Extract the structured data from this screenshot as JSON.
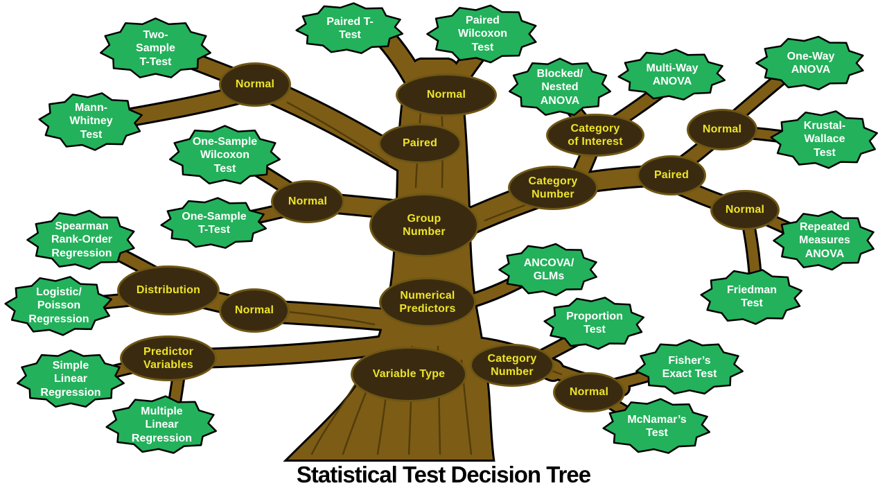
{
  "title": "Statistical Test Decision Tree",
  "colors": {
    "background": "#FFFFFF",
    "leaf_green": "#23B15B",
    "leaf_text": "#FFFFFF",
    "node_brown": "#3A2B10",
    "node_border": "#6E5614",
    "node_text": "#EDE42A",
    "wood_brown": "#7D5C16",
    "grain_brown": "#4A3708",
    "title_color": "#000000"
  },
  "nodes": {
    "normal_two_sample": {
      "label": "Normal"
    },
    "normal_paired_top": {
      "label": "Normal"
    },
    "paired_top": {
      "label": "Paired"
    },
    "category_of_interest": {
      "label": "Category\nof Interest"
    },
    "normal_anova": {
      "label": "Normal"
    },
    "paired_right": {
      "label": "Paired"
    },
    "normal_repeated": {
      "label": "Normal"
    },
    "category_number_right": {
      "label": "Category\nNumber"
    },
    "normal_one_sample": {
      "label": "Normal"
    },
    "group_number": {
      "label": "Group\nNumber"
    },
    "distribution": {
      "label": "Distribution"
    },
    "normal_regression": {
      "label": "Normal"
    },
    "numerical_predictors": {
      "label": "Numerical\nPredictors"
    },
    "predictor_variables": {
      "label": "Predictor\nVariables"
    },
    "variable_type": {
      "label": "Variable Type"
    },
    "category_number_bottom": {
      "label": "Category\nNumber"
    },
    "normal_bottom": {
      "label": "Normal"
    }
  },
  "leaves": {
    "two_sample_t": {
      "label": "Two-\nSample\nT-Test"
    },
    "paired_t": {
      "label": "Paired T-\nTest"
    },
    "paired_wilcoxon": {
      "label": "Paired\nWilcoxon\nTest"
    },
    "mann_whitney": {
      "label": "Mann-\nWhitney\nTest"
    },
    "blocked_nested": {
      "label": "Blocked/\nNested\nANOVA"
    },
    "multi_way": {
      "label": "Multi-Way\nANOVA"
    },
    "one_way": {
      "label": "One-Way\nANOVA"
    },
    "krustal_wallace": {
      "label": "Krustal-\nWallace\nTest"
    },
    "one_sample_wilcoxon": {
      "label": "One-Sample\nWilcoxon\nTest"
    },
    "one_sample_t": {
      "label": "One-Sample\nT-Test"
    },
    "spearman": {
      "label": "Spearman\nRank-Order\nRegression"
    },
    "logistic_poisson": {
      "label": "Logistic/\nPoisson\nRegression"
    },
    "simple_linear": {
      "label": "Simple\nLinear\nRegression"
    },
    "multiple_linear": {
      "label": "Multiple\nLinear\nRegression"
    },
    "ancova_glms": {
      "label": "ANCOVA/\nGLMs"
    },
    "proportion": {
      "label": "Proportion\nTest"
    },
    "fishers_exact": {
      "label": "Fisher’s\nExact Test"
    },
    "mcnamars": {
      "label": "McNamar’s\nTest"
    },
    "repeated_measures": {
      "label": "Repeated\nMeasures\nANOVA"
    },
    "friedman": {
      "label": "Friedman\nTest"
    }
  }
}
